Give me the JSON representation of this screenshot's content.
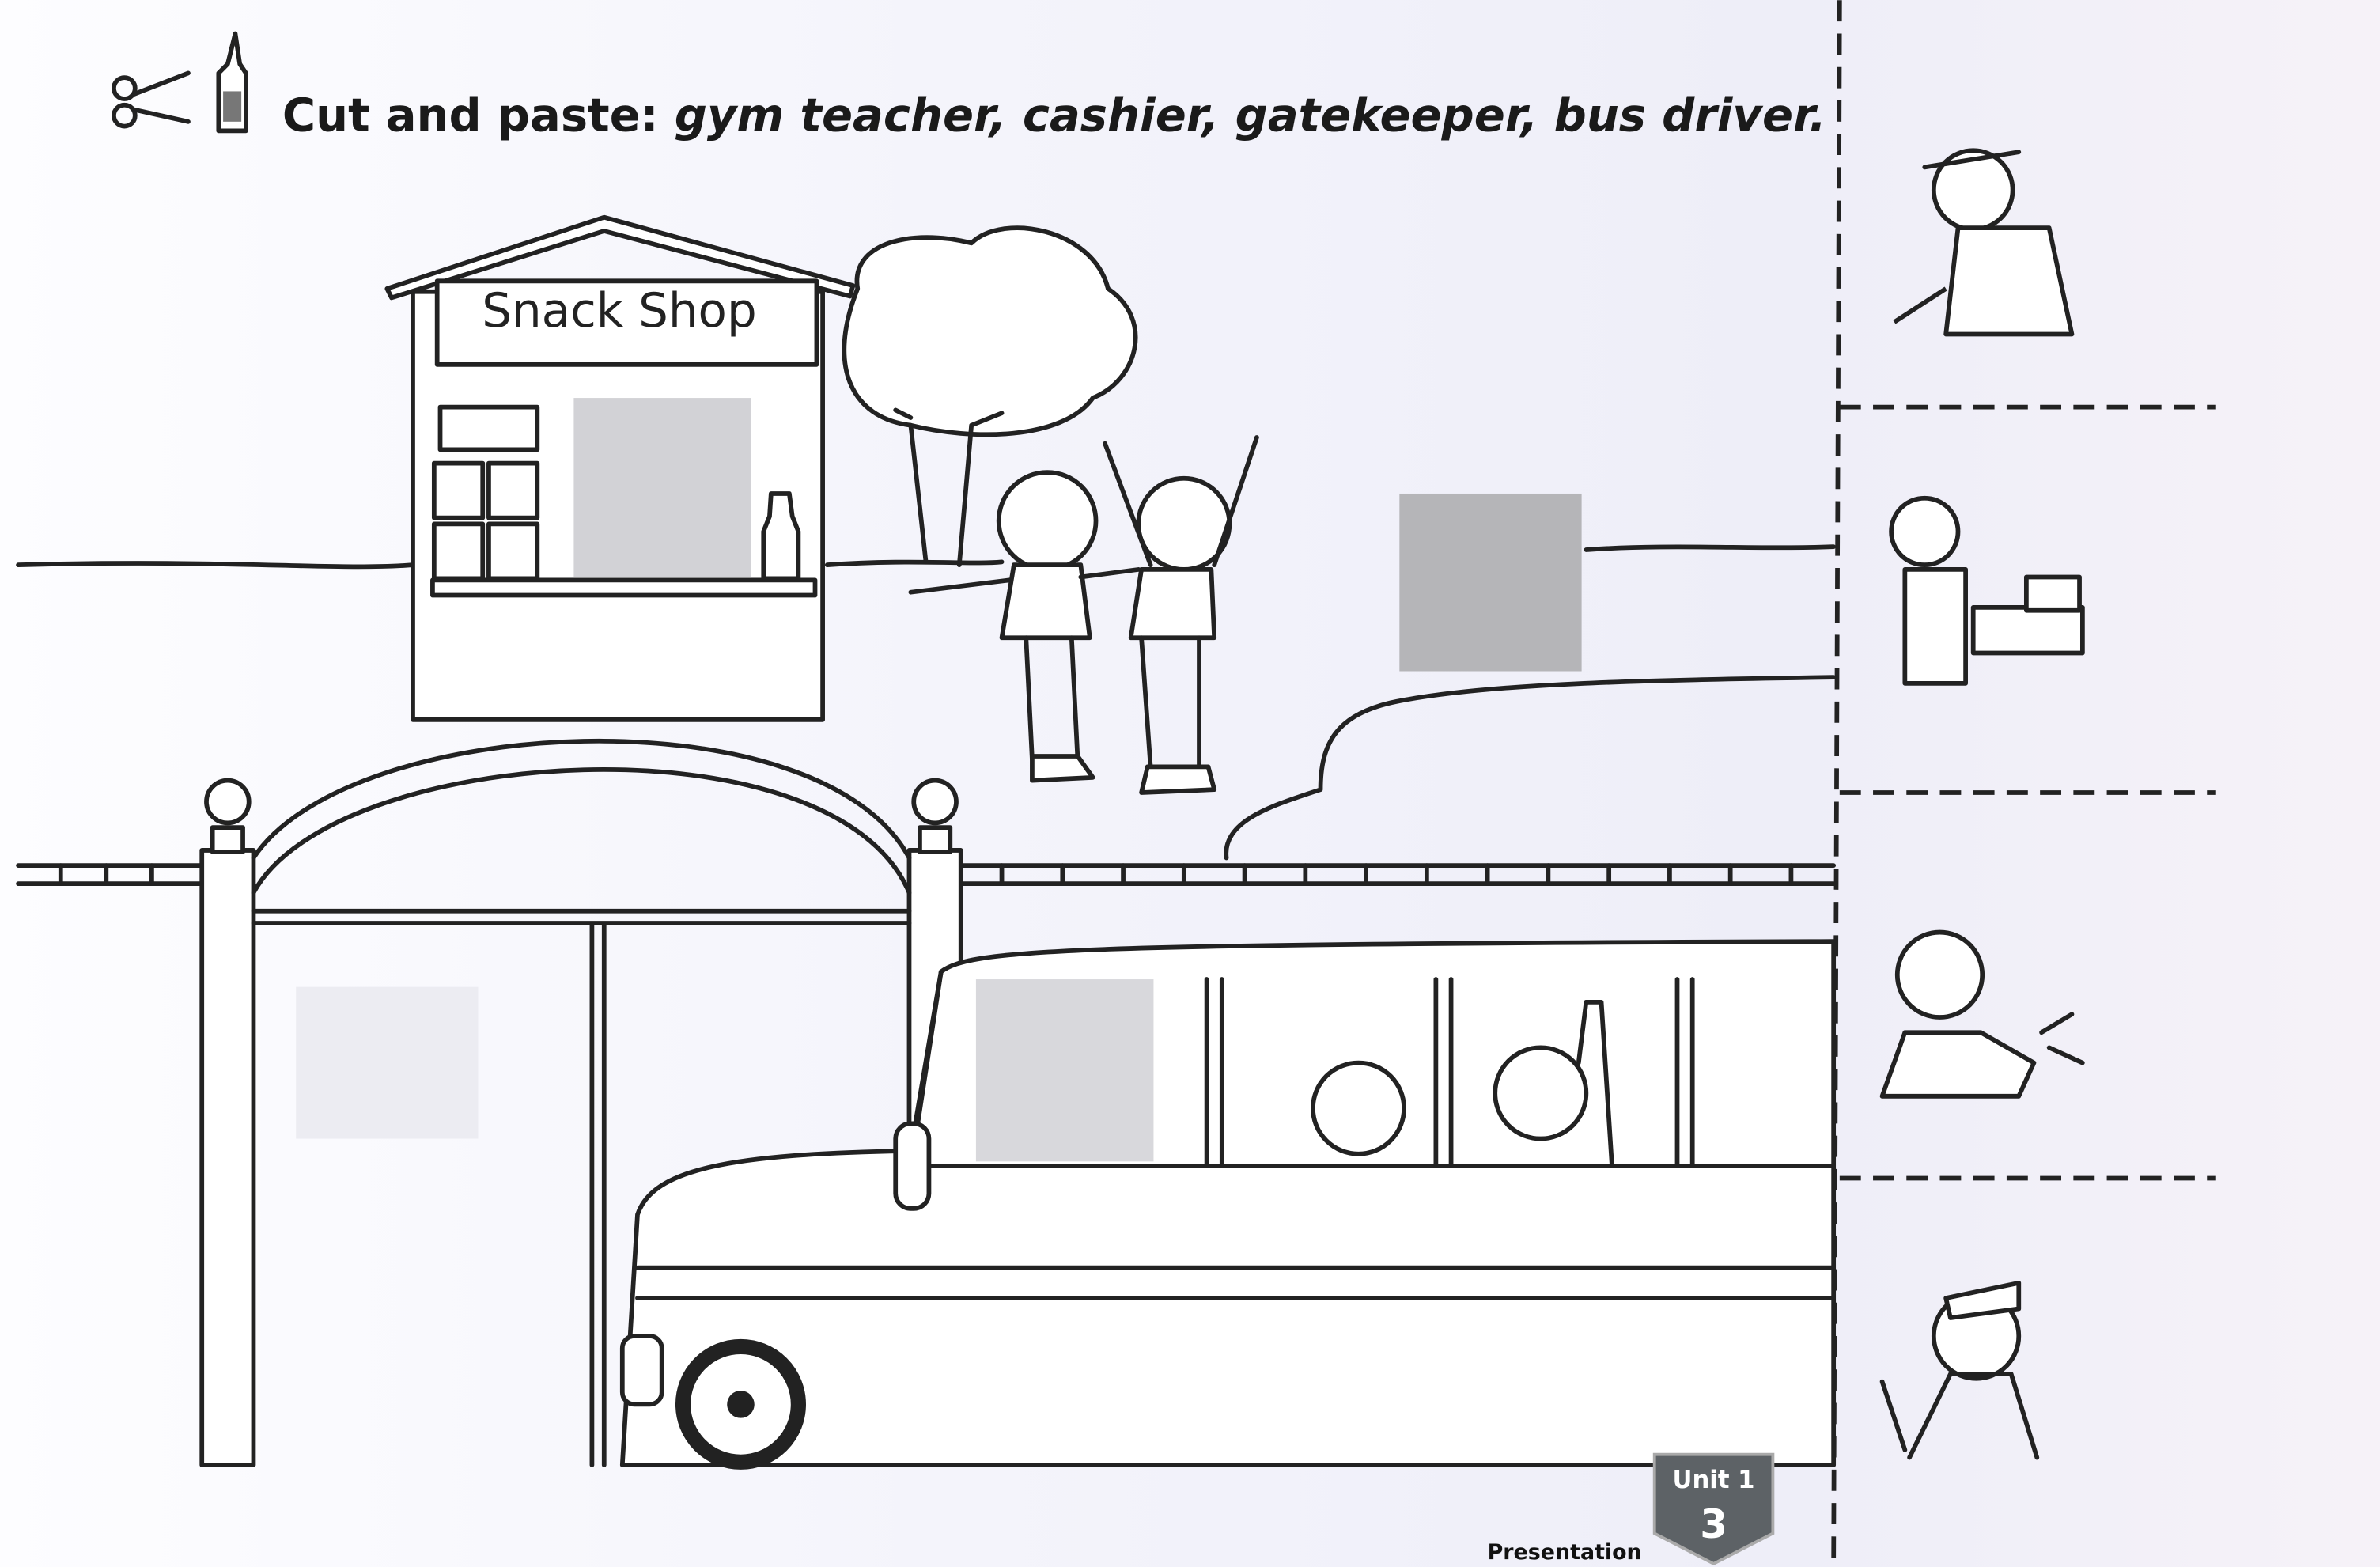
{
  "header": {
    "instruction_prefix": "Cut and paste:",
    "instruction_words": "gym teacher, cashier, gatekeeper, bus driver.",
    "icons": [
      "scissors-icon",
      "glue-bottle-icon"
    ]
  },
  "scene": {
    "shop_sign": "Snack Shop"
  },
  "cutouts": [
    "gym-teacher",
    "cashier",
    "gatekeeper",
    "bus-driver"
  ],
  "footer": {
    "section_label": "Presentation",
    "unit_label": "Unit 1",
    "page_number": "3"
  },
  "colors": {
    "ink": "#222222",
    "paste_box": "#b5b5b8",
    "badge": "#5d6266"
  }
}
